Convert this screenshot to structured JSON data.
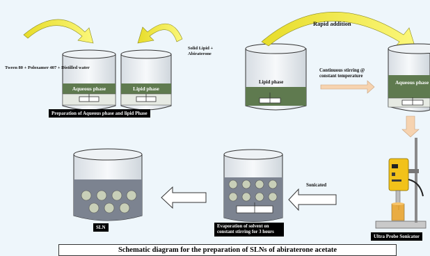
{
  "labels": {
    "tween": "Tween 80 + Poloxamer 407 + Distilled water",
    "solid_lipid": "Solid Lipid + Abiraterone",
    "aqueous_phase_1": "Aqueous phase",
    "lipid_phase_1": "Lipid phase",
    "prep_box": "Preparation of Aqueous phase and lipid Phase",
    "rapid_addition": "Rapid addition",
    "lipid_phase_2": "Lipid phase",
    "continuous_stirring": "Continuous stirring @ constant temperature",
    "aqueous_phase_2": "Aqueous phase",
    "sonicated": "Sonicated",
    "ultra_probe": "Ultra Probe Sonicator",
    "evaporation": "Evaporation of solvent on constant stirring for 3 hours",
    "sln": "SLN",
    "caption": "Schematic diagram for the preparation of SLNs of abiraterone acetate"
  },
  "colors": {
    "background": "#eef6fb",
    "phase_dark": "#5f7a4f",
    "sln_fill": "#7c8390",
    "yellow_arrow": "#f0e838",
    "peach_arrow": "#f6d3b0",
    "sonicator": "#f2c21a"
  }
}
